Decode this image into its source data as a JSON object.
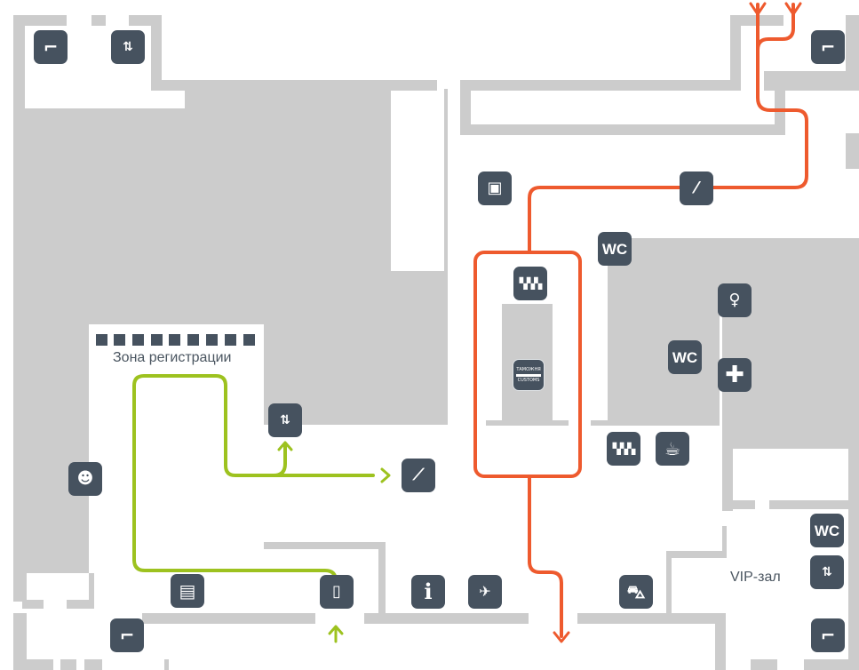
{
  "map": {
    "labels": {
      "checkin_zone": "Зона регистрации",
      "vip_lounge": "VIP-зал"
    },
    "colors": {
      "wall": "#cccccc",
      "icon_bg": "#46525f",
      "arrival_route": "#ee5a2e",
      "departure_route": "#9dc21f"
    },
    "icons": {
      "wc_1": "WC",
      "wc_2": "WC",
      "wc_3": "WC",
      "customs_ru": "ТАМОЖНЯ",
      "customs_en": "CUSTOMS",
      "info": "i"
    },
    "checkin_desk_count": 9
  }
}
